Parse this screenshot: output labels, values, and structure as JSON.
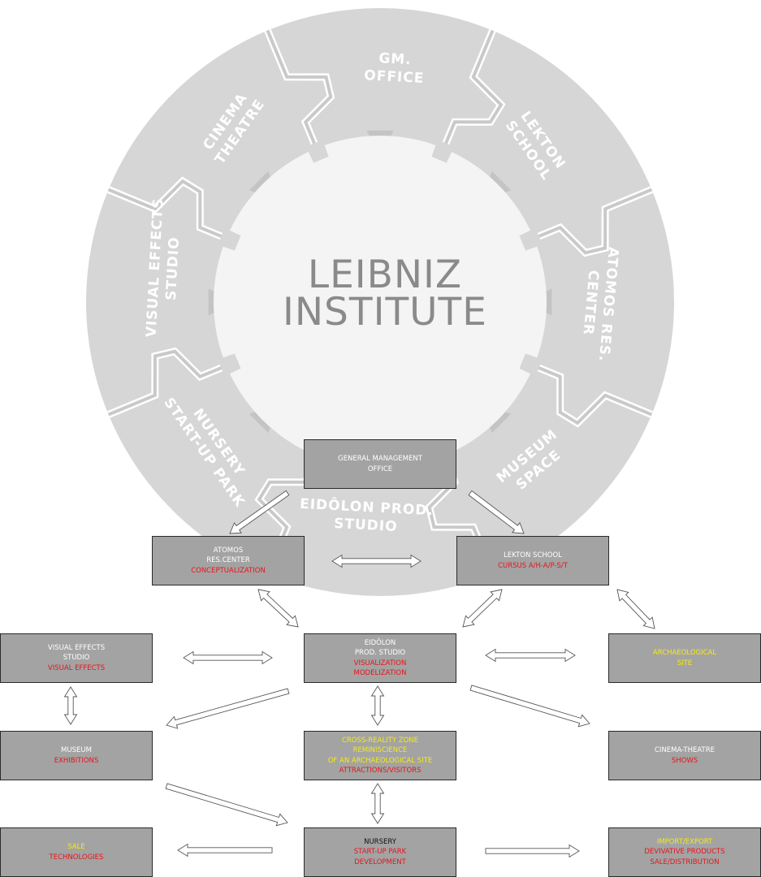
{
  "center_title": {
    "line1": "LEIBNIZ",
    "line2": "INSTITUTE"
  },
  "segments": [
    {
      "id": "gm-office",
      "lines": [
        "GM.",
        "OFFICE"
      ]
    },
    {
      "id": "lekton-school",
      "lines": [
        "LEKTON",
        "SCHOOL"
      ]
    },
    {
      "id": "atomos",
      "lines": [
        "ATOMOS RES.",
        "CENTER"
      ]
    },
    {
      "id": "museum-space",
      "lines": [
        "MUSEUM",
        "SPACE"
      ]
    },
    {
      "id": "eidolon",
      "lines": [
        "EIDÔLON PROD.",
        "STUDIO"
      ]
    },
    {
      "id": "nursery",
      "lines": [
        "NURSERY",
        "START-UP PARK"
      ]
    },
    {
      "id": "visual-effects",
      "lines": [
        "VISUAL EFFECTS",
        "STUDIO"
      ]
    },
    {
      "id": "cinema",
      "lines": [
        "CINEMA",
        "THEATRE"
      ]
    }
  ],
  "boxes": {
    "general_management": [
      {
        "text": "GENERAL MANAGEMENT",
        "color": "white"
      },
      {
        "text": "OFFICE",
        "color": "white"
      }
    ],
    "atomos": [
      {
        "text": "ATOMOS",
        "color": "white"
      },
      {
        "text": "RES.CENTER",
        "color": "white"
      },
      {
        "text": "CONCEPTUALIZATION",
        "color": "red"
      }
    ],
    "lekton": [
      {
        "text": "LEKTON SCHOOL",
        "color": "white"
      },
      {
        "text": "CURSUS A/H-A/P-S/T",
        "color": "red"
      }
    ],
    "visual_effects": [
      {
        "text": "VISUAL EFFECTS",
        "color": "white"
      },
      {
        "text": "STUDIO",
        "color": "white"
      },
      {
        "text": "VISUAL EFFECTS",
        "color": "red"
      }
    ],
    "eidolon": [
      {
        "text": "EIDÔLON",
        "color": "white"
      },
      {
        "text": "PROD. STUDIO",
        "color": "white"
      },
      {
        "text": "VISUALIZATION",
        "color": "red"
      },
      {
        "text": "MODELIZATION",
        "color": "red"
      }
    ],
    "archaeological": [
      {
        "text": "ARCHAEOLOGICAL",
        "color": "yellow"
      },
      {
        "text": "SITE",
        "color": "yellow"
      }
    ],
    "museum": [
      {
        "text": "MUSEUM",
        "color": "white"
      },
      {
        "text": "EXHIBITIONS",
        "color": "red"
      }
    ],
    "cross_reality": [
      {
        "text": "CROSS-REALITY ZONE",
        "color": "yellow"
      },
      {
        "text": "REMINISCIENCE",
        "color": "yellow"
      },
      {
        "text": "OF AN ARCHAEOLOGICAL SITE",
        "color": "yellow"
      },
      {
        "text": "ATTRACTIONS/VISITORS",
        "color": "red"
      }
    ],
    "cinema_theatre": [
      {
        "text": "CINEMA-THEATRE",
        "color": "white"
      },
      {
        "text": "SHOWS",
        "color": "red"
      }
    ],
    "sale": [
      {
        "text": "SALE",
        "color": "yellow"
      },
      {
        "text": "TECHNOLOGIES",
        "color": "red"
      }
    ],
    "nursery": [
      {
        "text": "NURSERY",
        "color": "black"
      },
      {
        "text": "START-UP PARK",
        "color": "red"
      },
      {
        "text": "DEVELOPMENT",
        "color": "red"
      }
    ],
    "import_export": [
      {
        "text": "IMPORT/EXPORT",
        "color": "yellow"
      },
      {
        "text": "DEVIVATIVE PRODUCTS",
        "color": "red"
      },
      {
        "text": "SALE/DISTRIBUTION",
        "color": "red"
      }
    ]
  },
  "colors": {
    "ring": "#d6d6d6",
    "ring_light": "#dedede",
    "center_disc": "#f4f4f4",
    "box_fill": "#a3a3a3",
    "red_text": "#e8141b",
    "yellow_text": "#f5ea18"
  }
}
